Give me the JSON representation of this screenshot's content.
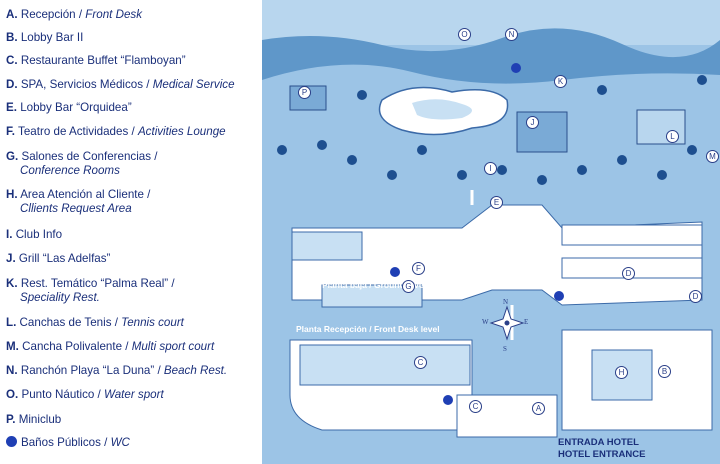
{
  "legend": [
    {
      "letter": "A.",
      "es": "Recepción",
      "sep": " / ",
      "en": "Front Desk"
    },
    {
      "letter": "B.",
      "es": "Lobby Bar II",
      "sep": "",
      "en": ""
    },
    {
      "letter": "C.",
      "es": "Restaurante Buffet “Flamboyan”",
      "sep": "",
      "en": ""
    },
    {
      "letter": "D.",
      "es": "SPA, Servicios Médicos",
      "sep": " / ",
      "en": "Medical Service"
    },
    {
      "letter": "E.",
      "es": "Lobby Bar “Orquidea”",
      "sep": "",
      "en": ""
    },
    {
      "letter": "F.",
      "es": "Teatro de Actividades",
      "sep": " / ",
      "en": "Activities Lounge"
    },
    {
      "letter": "G.",
      "es": "Salones de Conferencias /",
      "sep": "",
      "en": "Conference Rooms"
    },
    {
      "letter": "H.",
      "es": "Area Atención al Cliente /",
      "sep": "",
      "en": "Cllients Request Area"
    },
    {
      "letter": "I.",
      "es": "Club Info",
      "sep": "",
      "en": ""
    },
    {
      "letter": "J.",
      "es": "Grill “Las Adelfas”",
      "sep": "",
      "en": ""
    },
    {
      "letter": "K.",
      "es": "Rest. Temático “Palma Real” /",
      "sep": "",
      "en": "Speciality Rest."
    },
    {
      "letter": "L.",
      "es": "Canchas de Tenis",
      "sep": " / ",
      "en": "Tennis court"
    },
    {
      "letter": "M.",
      "es": "Cancha Polivalente",
      "sep": " / ",
      "en": "Multi sport court"
    },
    {
      "letter": "N.",
      "es": "Ranchón Playa “La Duna”",
      "sep": " / ",
      "en": "Beach Rest."
    },
    {
      "letter": "O.",
      "es": "Punto Náutico",
      "sep": " / ",
      "en": "Water sport"
    },
    {
      "letter": "P.",
      "es": "Miniclub",
      "sep": "",
      "en": ""
    },
    {
      "letter": "",
      "es": "Baños Públicos",
      "sep": " / ",
      "en": "WC"
    }
  ],
  "map": {
    "ground_level": "Planta baja / Ground level",
    "front_desk_level": "Planta Recepción / Front Desk level",
    "entrance_es": "ENTRADA HOTEL",
    "entrance_en": "HOTEL ENTRANCE",
    "markers": [
      "O",
      "N",
      "K",
      "P",
      "J",
      "L",
      "M",
      "I",
      "E",
      "F",
      "G",
      "D",
      "D",
      "C",
      "H",
      "B",
      "C",
      "A"
    ],
    "compass": [
      "N",
      "E",
      "S",
      "W"
    ]
  },
  "colors": {
    "legend_text": "#1a2f7a",
    "wc_dot": "#1f3fb4",
    "map_bg": "#9cc4e6",
    "building": "#ffffff"
  }
}
